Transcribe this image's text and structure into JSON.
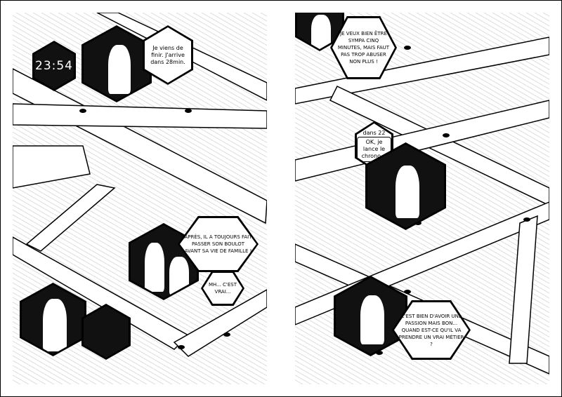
{
  "left_page": {
    "clock": "23:54",
    "bubble_sms": "Je viens de finir. J'arrive dans 28min.",
    "bubble_apres": "Après, il a toujours fait passer son boulot avant sa vie de famille !",
    "bubble_mh": "Mh... c'est vrai..."
  },
  "right_page": {
    "bubble_sympa": "Je veux bien être sympa cinq minutes, mais faut pas trop abuser non plus !",
    "bubble_dans": "dans 22",
    "bubble_ok": "OK, je lance le chrono ;)",
    "bubble_passion": "C'est bien d'avoir une passion mais bon... quand est-ce qu'il va prendre un vrai métier ?"
  }
}
